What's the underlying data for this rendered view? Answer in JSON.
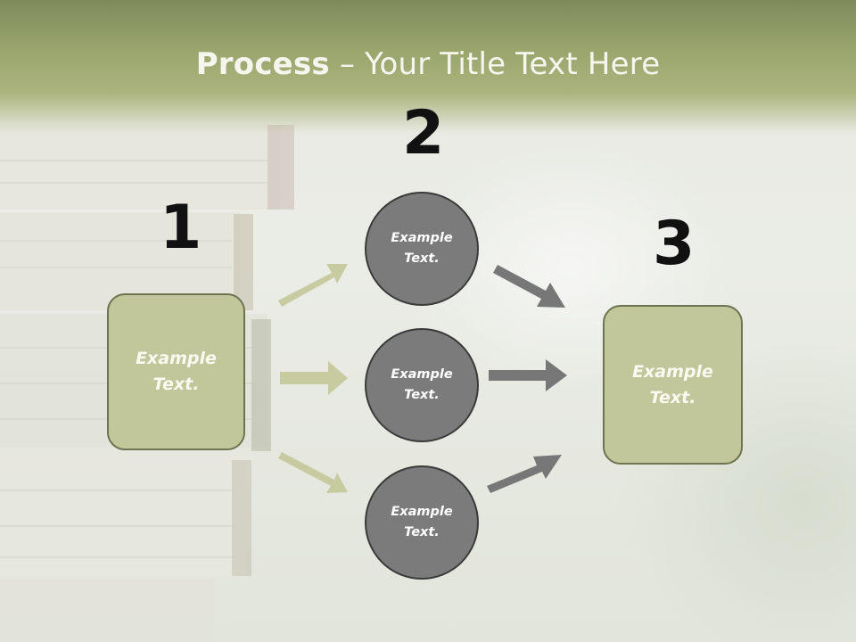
{
  "slide": {
    "title_bold": "Process",
    "title_rest": " – Your Title Text Here"
  },
  "steps": {
    "step1": {
      "number": "1",
      "text": "Example\nText."
    },
    "step2": {
      "number": "2",
      "text": [
        "Example\nText.",
        "Example\nText.",
        "Example\nText."
      ]
    },
    "step3": {
      "number": "3",
      "text": "Example\nText."
    }
  },
  "colors": {
    "header": "#98a46b",
    "box_fill": "#c2c69b",
    "circle_fill": "#7b7b7b",
    "arrow_green": "#c8cb9f",
    "arrow_gray": "#777777"
  }
}
